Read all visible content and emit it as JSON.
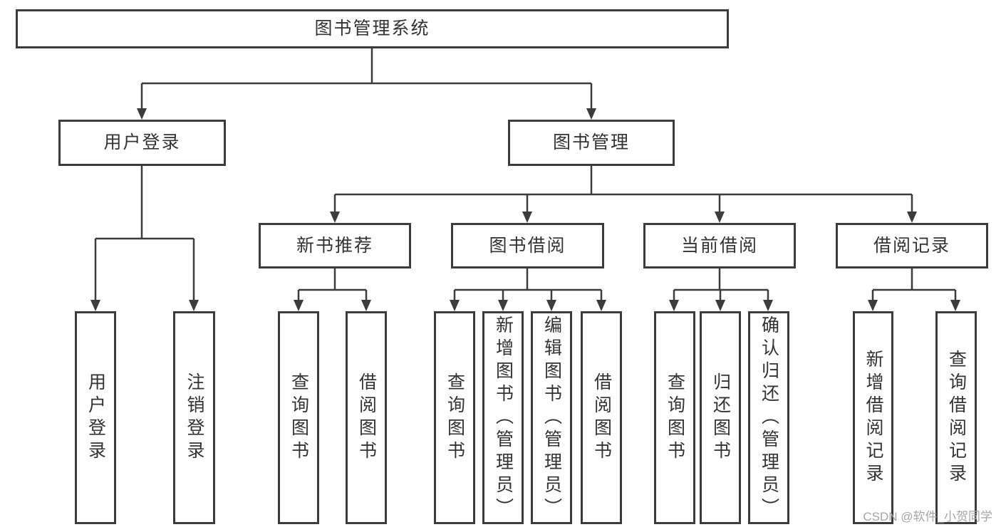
{
  "root": {
    "label": "图书管理系统"
  },
  "branches": [
    {
      "label": "用户登录",
      "children": [
        {
          "label": "用户登录"
        },
        {
          "label": "注销登录"
        }
      ]
    },
    {
      "label": "图书管理",
      "children": [
        {
          "label": "新书推荐",
          "children": [
            {
              "label": "查询图书"
            },
            {
              "label": "借阅图书"
            }
          ]
        },
        {
          "label": "图书借阅",
          "children": [
            {
              "label": "查询图书"
            },
            {
              "label": "新增图书（管理员）"
            },
            {
              "label": "编辑图书（管理员）"
            },
            {
              "label": "借阅图书"
            }
          ]
        },
        {
          "label": "当前借阅",
          "children": [
            {
              "label": "查询图书"
            },
            {
              "label": "归还图书"
            },
            {
              "label": "确认归还（管理员）"
            }
          ]
        },
        {
          "label": "借阅记录",
          "children": [
            {
              "label": "新增借阅记录"
            },
            {
              "label": "查询借阅记录"
            }
          ]
        }
      ]
    }
  ],
  "watermark": "CSDN @软件_小贺同学",
  "colors": {
    "line": "#3c3c3c",
    "text": "#333333",
    "watermark": "#a6a6a6",
    "background": "#ffffff"
  }
}
